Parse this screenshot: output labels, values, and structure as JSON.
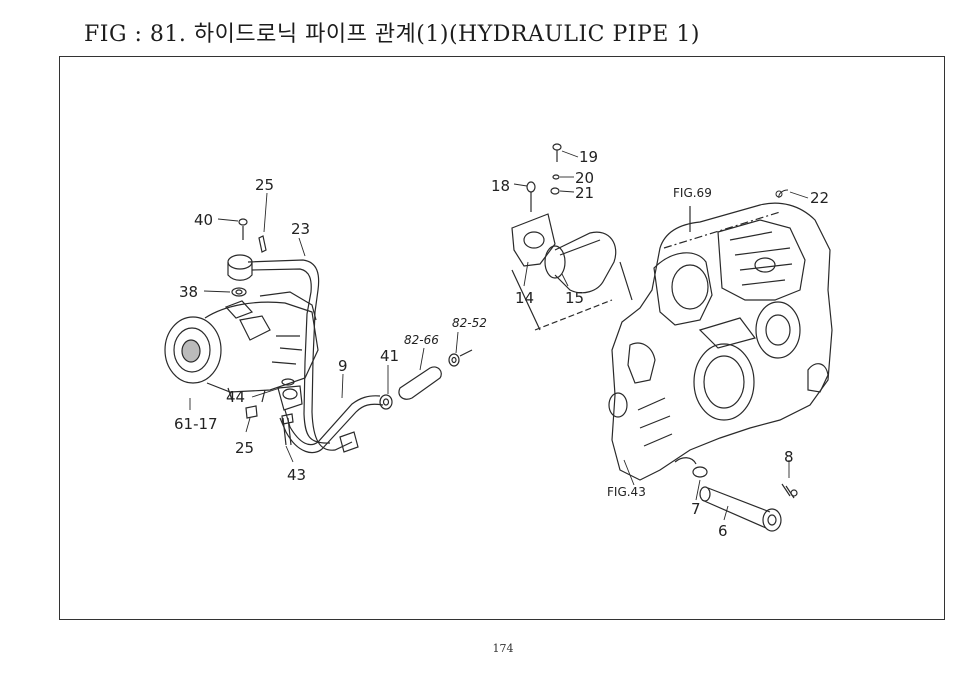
{
  "header": {
    "title": "FIG : 81. 하이드로닉 파이프 관계(1)(HYDRAULIC PIPE 1)"
  },
  "callouts": {
    "c25a": "25",
    "c40": "40",
    "c23": "23",
    "c38": "38",
    "c61_17": "61-17",
    "c44": "44",
    "c25b": "25",
    "c43": "43",
    "c9": "9",
    "c41": "41",
    "c82_66": "82-66",
    "c82_52": "82-52",
    "c18": "18",
    "c19": "19",
    "c20": "20",
    "c21": "21",
    "c14": "14",
    "c15": "15",
    "fig69": "FIG.69",
    "c22": "22",
    "fig43": "FIG.43",
    "c7": "7",
    "c6": "6",
    "c8": "8"
  },
  "footer": {
    "page_number": "174"
  }
}
